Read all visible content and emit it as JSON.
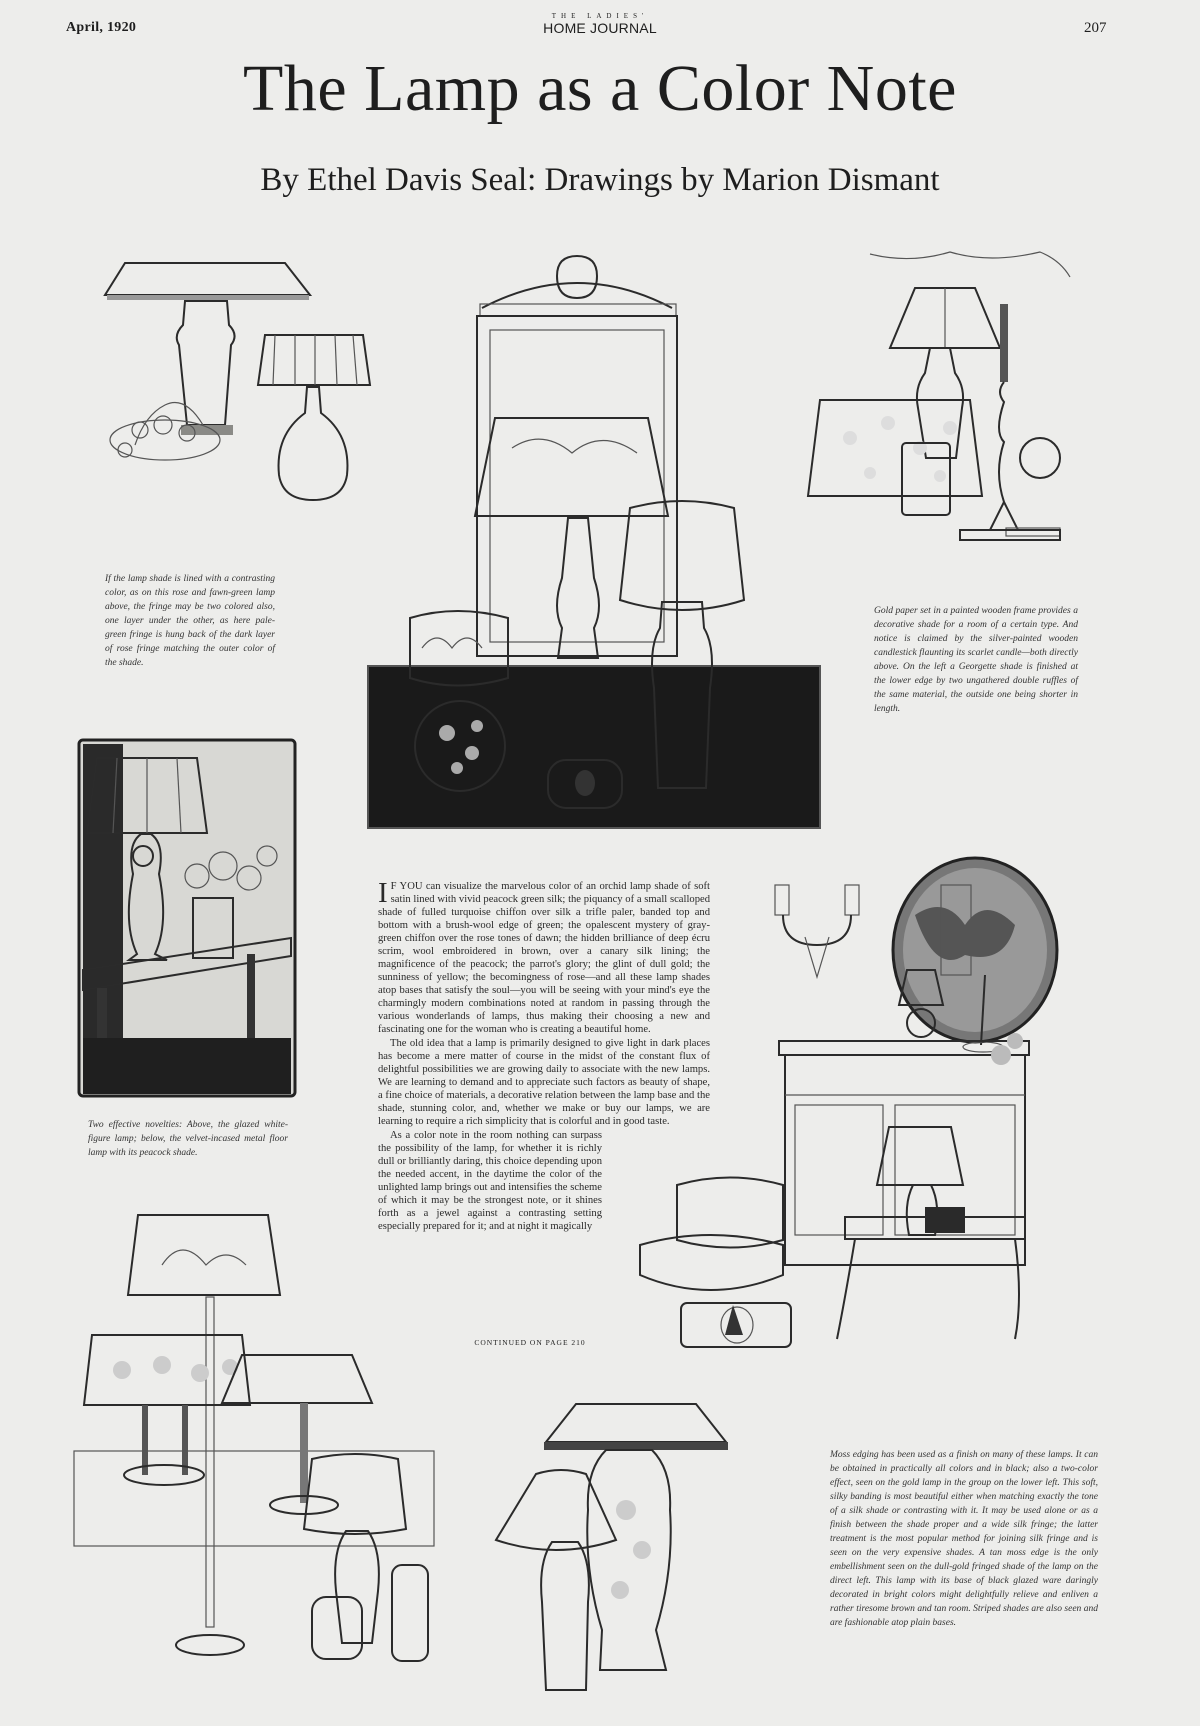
{
  "header": {
    "date": "April, 1920",
    "masthead_top": "THE LADIES'",
    "masthead": "HOME JOURNAL",
    "page_number": "207"
  },
  "title": "The Lamp as a Color Note",
  "byline": "By Ethel Davis Seal: Drawings by Marion Dismant",
  "captions": {
    "top_left": "If the lamp shade is lined with a contrasting color, as on this rose and fawn-green lamp above, the fringe may be two colored also, one layer under the other, as here pale-green fringe is hung back of the dark layer of rose fringe matching the outer color of the shade.",
    "top_right": "Gold paper set in a painted wooden frame provides a decorative shade for a room of a certain type. And notice is claimed by the silver-painted wooden candlestick flaunting its scarlet candle—both directly above. On the left a Georgette shade is finished at the lower edge by two ungathered double ruffles of the same material, the outside one being shorter in length.",
    "middle_left": "Two effective novelties: Above, the glazed white-figure lamp; below, the velvet-incased metal floor lamp with its peacock shade.",
    "bottom_right": "Moss edging has been used as a finish on many of these lamps. It can be obtained in practically all colors and in black; also a two-color effect, seen on the gold lamp in the group on the lower left. This soft, silky banding is most beautiful either when matching exactly the tone of a silk shade or contrasting with it. It may be used alone or as a finish between the shade proper and a wide silk fringe; the latter treatment is the most popular method for joining silk fringe and is seen on the very expensive shades. A tan moss edge is the only embellishment seen on the dull-gold fringed shade of the lamp on the direct left. This lamp with its base of black glazed ware daringly decorated in bright colors might delightfully relieve and enliven a rather tiresome brown and tan room. Striped shades are also seen and are fashionable atop plain bases."
  },
  "article": {
    "dropcap": "I",
    "p1": "F YOU can visualize the marvelous color of an orchid lamp shade of soft satin lined with vivid peacock green silk; the piquancy of a small scalloped shade of fulled turquoise chiffon over silk a trifle paler, banded top and bottom with a brush-wool edge of green; the opalescent mystery of gray-green chiffon over the rose tones of dawn; the hidden brilliance of deep écru scrim, wool embroidered in brown, over a canary silk lining; the magnificence of the peacock; the parrot's glory; the glint of dull gold; the sunniness of yellow; the becomingness of rose—and all these lamp shades atop bases that satisfy the soul—you will be seeing with your mind's eye the charmingly modern combinations noted at random in passing through the various wonderlands of lamps, thus making their choosing a new and fascinating one for the woman who is creating a beautiful home.",
    "p2": "The old idea that a lamp is primarily designed to give light in dark places has become a mere matter of course in the midst of the constant flux of delightful possibilities we are growing daily to associate with the new lamps. We are learning to demand and to appreciate such factors as beauty of shape, a fine choice of materials, a decorative relation between the lamp base and the shade, stunning color, and, whether we make or buy our lamps, we are learning to require a rich simplicity that is colorful and in good taste.",
    "p3": "As a color note in the room nothing can surpass the possibility of the lamp, for whether it is richly dull or brilliantly daring, this choice depending upon the needed accent, in the daytime the color of the unlighted lamp brings out and intensifies the scheme of which it may be the strongest note, or it shines forth as a jewel against a contrasting setting especially prepared for it; and at night it magically",
    "continued": "CONTINUED ON PAGE 210"
  }
}
